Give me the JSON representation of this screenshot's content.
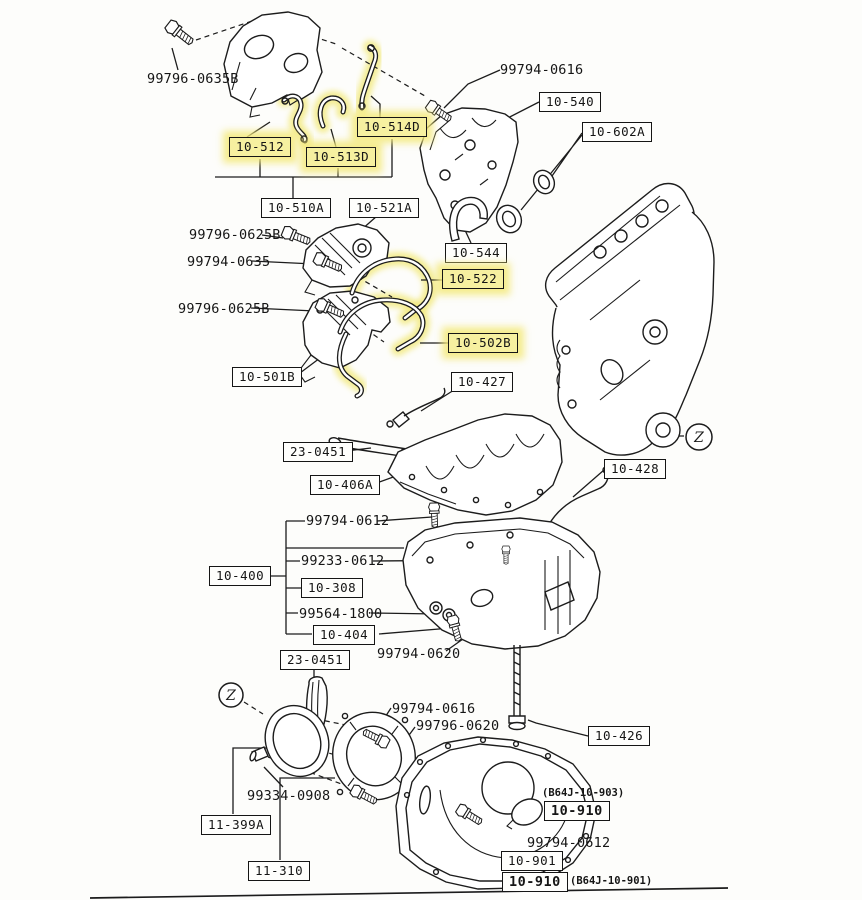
{
  "diagram": {
    "kind": "engine-parts-exploded-diagram",
    "background_color": "#ffffff",
    "line_color": "#1c1c1c",
    "highlight_color": "#f6f0a0",
    "z_marker": "Z"
  },
  "labels": [
    {
      "text": "10-512",
      "type": "box",
      "highlighted": true
    },
    {
      "text": "10-513D",
      "type": "box",
      "highlighted": true
    },
    {
      "text": "10-514D",
      "type": "box",
      "highlighted": true
    },
    {
      "text": "10-510A",
      "type": "box",
      "highlighted": false
    },
    {
      "text": "10-521A",
      "type": "box",
      "highlighted": false
    },
    {
      "text": "99796-0635B",
      "type": "text",
      "highlighted": false
    },
    {
      "text": "99794-0616",
      "type": "text",
      "highlighted": false
    },
    {
      "text": "10-540",
      "type": "box",
      "highlighted": false
    },
    {
      "text": "10-602A",
      "type": "box",
      "highlighted": false
    },
    {
      "text": "10-544",
      "type": "box",
      "highlighted": false
    },
    {
      "text": "99796-0625B",
      "type": "text",
      "highlighted": false
    },
    {
      "text": "99794-0635",
      "type": "text",
      "highlighted": false
    },
    {
      "text": "99796-0625B",
      "type": "text",
      "highlighted": false
    },
    {
      "text": "10-522",
      "type": "box",
      "highlighted": true
    },
    {
      "text": "10-502B",
      "type": "box",
      "highlighted": true
    },
    {
      "text": "10-501B",
      "type": "box",
      "highlighted": false
    },
    {
      "text": "10-427",
      "type": "box",
      "highlighted": false
    },
    {
      "text": "23-0451",
      "type": "box",
      "highlighted": false
    },
    {
      "text": "10-406A",
      "type": "box",
      "highlighted": false
    },
    {
      "text": "10-428",
      "type": "box",
      "highlighted": false
    },
    {
      "text": "99794-0612",
      "type": "text",
      "highlighted": false
    },
    {
      "text": "99233-0612",
      "type": "text",
      "highlighted": false
    },
    {
      "text": "10-400",
      "type": "box",
      "highlighted": false
    },
    {
      "text": "10-308",
      "type": "box",
      "highlighted": false
    },
    {
      "text": "99564-1800",
      "type": "text",
      "highlighted": false
    },
    {
      "text": "10-404",
      "type": "box",
      "highlighted": false
    },
    {
      "text": "23-0451",
      "type": "box",
      "highlighted": false
    },
    {
      "text": "99794-0620",
      "type": "text",
      "highlighted": false
    },
    {
      "text": "10-426",
      "type": "box",
      "highlighted": false
    },
    {
      "text": "99794-0616",
      "type": "text",
      "highlighted": false
    },
    {
      "text": "99796-0620",
      "type": "text",
      "highlighted": false
    },
    {
      "text": "99334-0908",
      "type": "text",
      "highlighted": false
    },
    {
      "text": "11-399A",
      "type": "box",
      "highlighted": false
    },
    {
      "text": "11-310",
      "type": "box",
      "highlighted": false
    },
    {
      "text": "(B64J-10-903)",
      "type": "text-small",
      "highlighted": false
    },
    {
      "text": "10-910",
      "type": "box-bold",
      "highlighted": false
    },
    {
      "text": "99794-0612",
      "type": "text",
      "highlighted": false
    },
    {
      "text": "10-901",
      "type": "box",
      "highlighted": false
    },
    {
      "text": "10-910",
      "type": "box-bold",
      "highlighted": false
    },
    {
      "text": "(B64J-10-901)",
      "type": "text-small",
      "highlighted": false
    }
  ]
}
